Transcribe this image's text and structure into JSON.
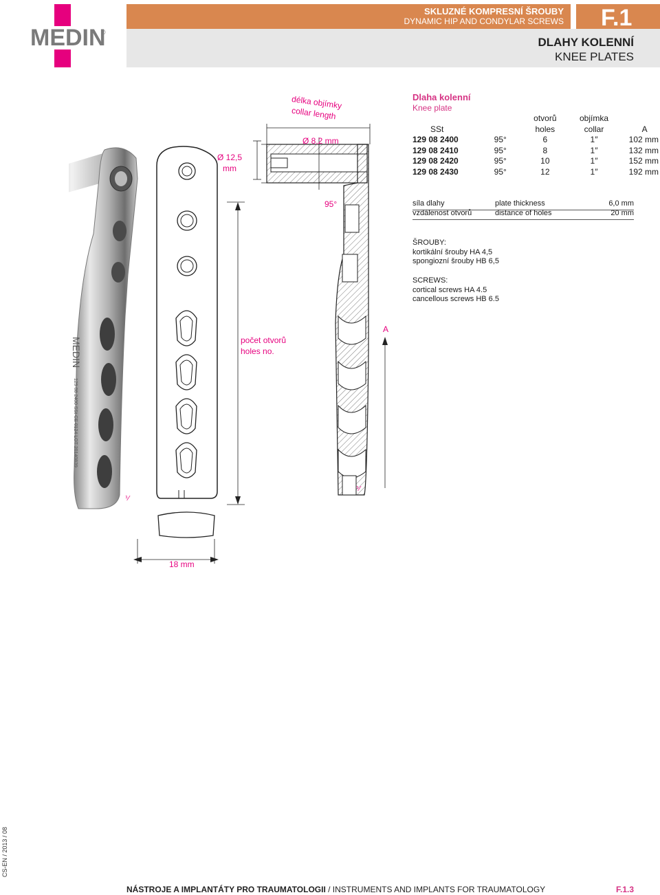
{
  "logo": {
    "text": "MEDIN",
    "reg": "®"
  },
  "header": {
    "line1": "SKLUZNÉ KOMPRESNÍ ŠROUBY",
    "line2": "DYNAMIC HIP AND CONDYLAR SCREWS",
    "section_code": "F.1",
    "title_cz": "DLAHY KOLENNÍ",
    "title_en": "KNEE PLATES"
  },
  "product": {
    "name_cz": "Dlaha kolenní",
    "name_en": "Knee plate",
    "table": {
      "header_top": [
        "",
        "",
        "otvorů",
        "objímka",
        ""
      ],
      "header_bottom": [
        "SSt",
        "",
        "holes",
        "collar",
        "A"
      ],
      "rows": [
        [
          "129 08 2400",
          "95°",
          "6",
          "1″",
          "102 mm"
        ],
        [
          "129 08 2410",
          "95°",
          "8",
          "1″",
          "132 mm"
        ],
        [
          "129 08 2420",
          "95°",
          "10",
          "1″",
          "152 mm"
        ],
        [
          "129 08 2430",
          "95°",
          "12",
          "1″",
          "192 mm"
        ]
      ]
    },
    "tech": [
      {
        "cz": "síla dlahy",
        "en": "plate thickness",
        "value": "6,0 mm"
      },
      {
        "cz": "vzdálenost otvorů",
        "en": "distance of holes",
        "value": "20 mm"
      }
    ],
    "screws_cz_title": "ŠROUBY:",
    "screws_cz_1": "kortikální šrouby HA 4,5",
    "screws_cz_2": "spongiozní šrouby HB 6,5",
    "screws_en_title": "SCREWS:",
    "screws_en_1": "cortical screws HA 4.5",
    "screws_en_2": "cancellous screws HB 6.5"
  },
  "drawing": {
    "collar_length_cz": "délka objímky",
    "collar_length_en": "collar length",
    "diameter_collar": "Ø 8,2 mm",
    "diameter_outer_1": "Ø 12,5",
    "diameter_outer_2": "mm",
    "angle": "95°",
    "holes_cz": "počet otvorů",
    "holes_en": "holes no.",
    "dim_a": "A",
    "width": "18 mm",
    "break_mark": "⅟",
    "plate_engraving_brand": "MEDIN",
    "plate_engraving_code": "129 08 2400 SSt  CE 0124  LOT 20140839"
  },
  "footer": {
    "bold": "NÁSTROJE A IMPLANTÁTY PRO TRAUMATOLOGII",
    "sep": " / ",
    "rest": "INSTRUMENTS AND IMPLANTS FOR TRAUMATOLOGY",
    "code": "F.1.3",
    "side": "CS-EN / 2013 / 08"
  },
  "colors": {
    "accent": "#d9874f",
    "pink": "#e6007e",
    "header_grey": "#e7e7e7"
  }
}
